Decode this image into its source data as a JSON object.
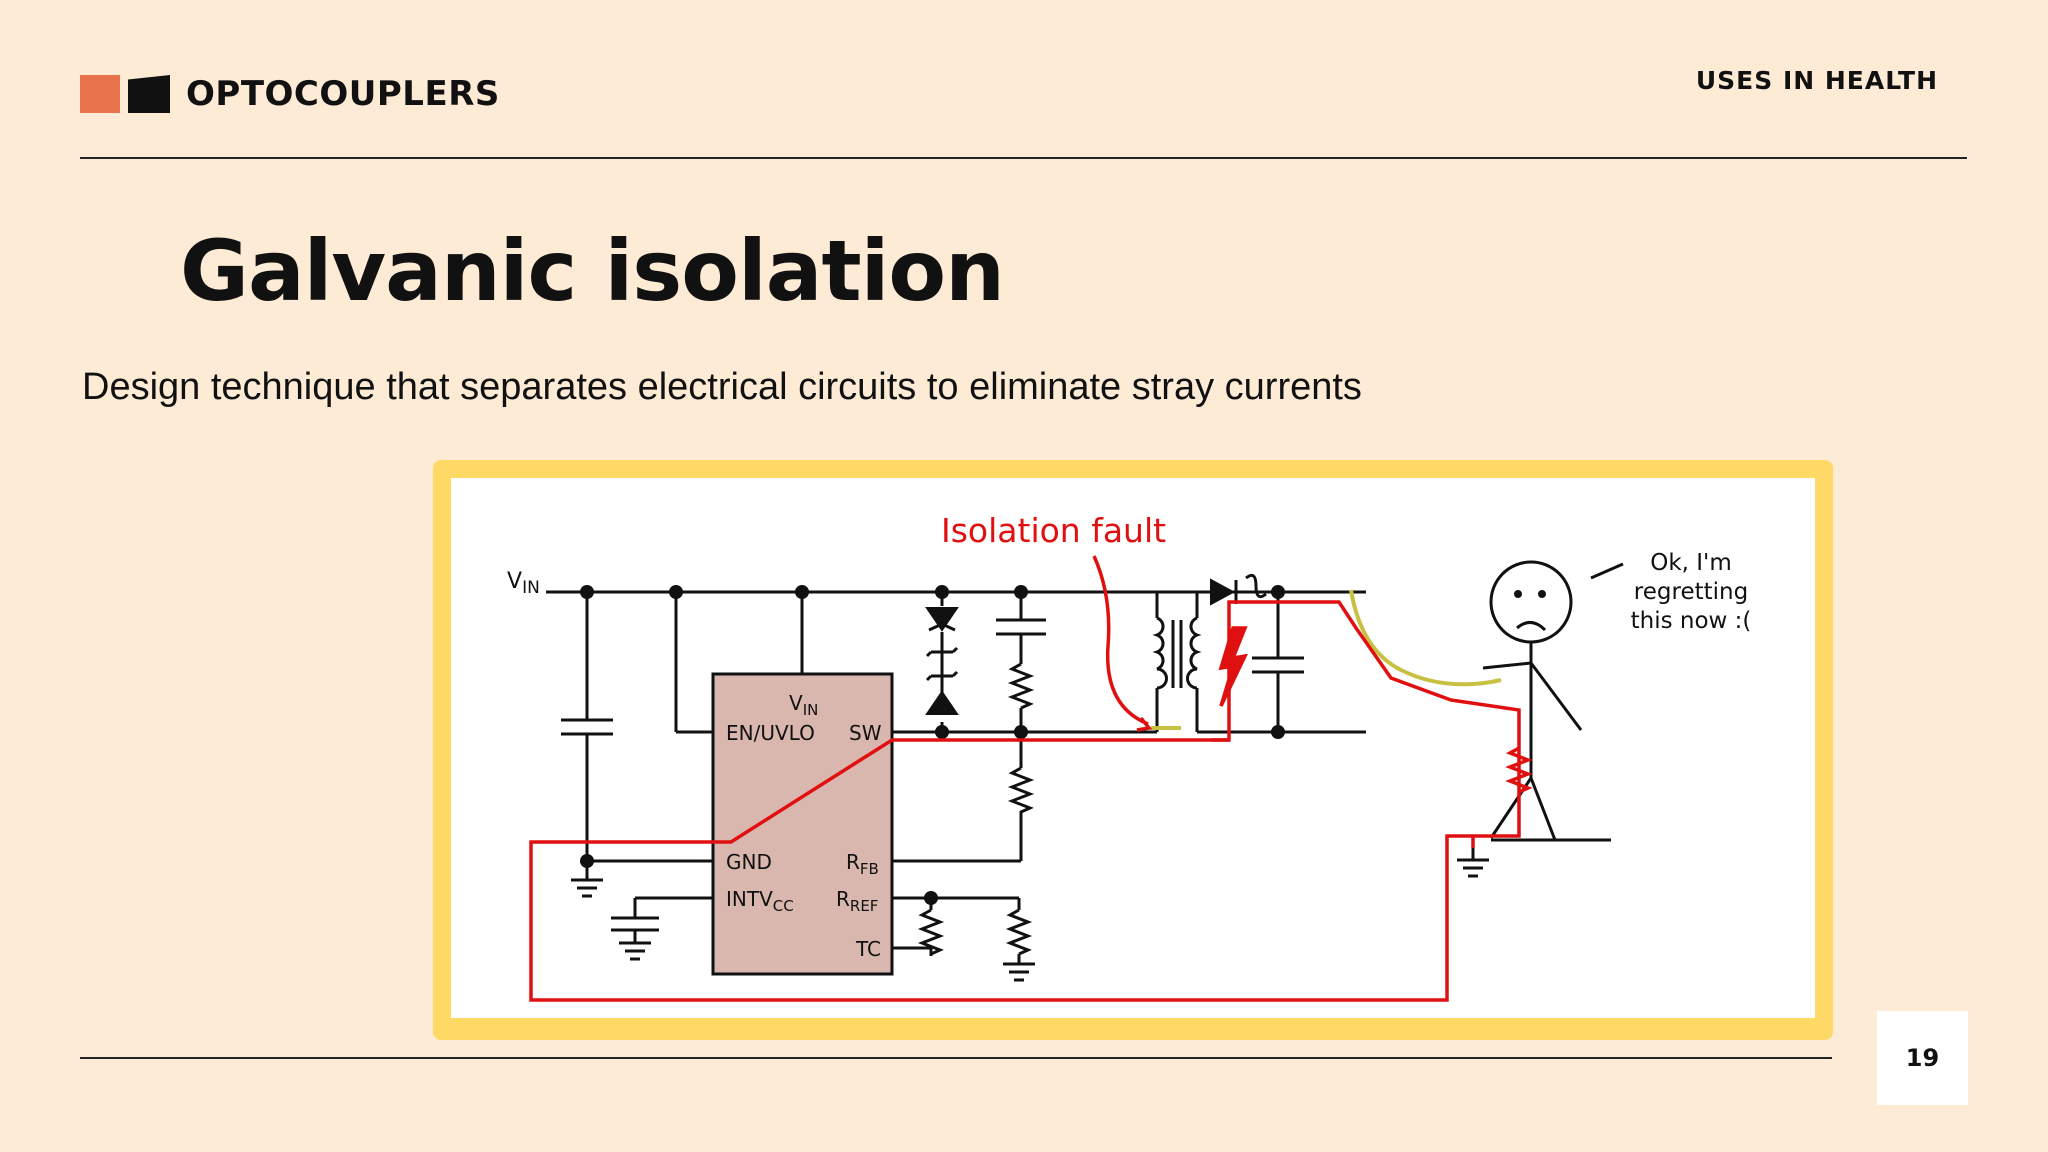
{
  "header": {
    "brand": "OPTOCOUPLERS",
    "section": "USES IN HEALTH"
  },
  "slide": {
    "title": "Galvanic isolation",
    "subtitle": "Design technique that separates electrical circuits to eliminate stray currents",
    "page_number": "19"
  },
  "diagram": {
    "fault_label": "Isolation fault",
    "vin_main": "V",
    "vin_main_sub": "IN",
    "chip_vin": "V",
    "chip_vin_sub": "IN",
    "pin_en": "EN/UVLO",
    "pin_sw": "SW",
    "pin_gnd": "GND",
    "pin_rfb": "R",
    "pin_rfb_sub": "FB",
    "pin_intv": "INTV",
    "pin_intv_sub": "CC",
    "pin_rref": "R",
    "pin_rref_sub": "REF",
    "pin_tc": "TC",
    "speech_line1": "Ok, I'm",
    "speech_line2": "regretting",
    "speech_line3": "this now :("
  },
  "colors": {
    "background": "#FDEBD6",
    "accent_orange": "#E8734C",
    "frame_yellow": "#FFD966",
    "chip_fill": "#D9B6AE",
    "fault_red": "#E01010",
    "stray_yellow": "#C8C040"
  }
}
